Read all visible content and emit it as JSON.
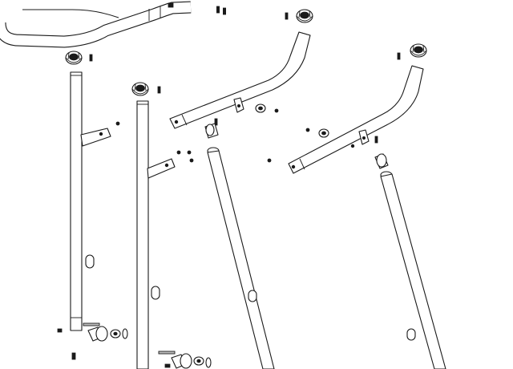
{
  "diagram": {
    "type": "exploded-assembly-drawing",
    "colors": {
      "line": "#1a1a1a",
      "background": "#ffffff",
      "shade": "#bdbdbd"
    },
    "parts": [
      "top-handlebar",
      "left-front-upright-tube",
      "left-rear-upright-tube",
      "center-curved-arm",
      "center-long-leg-tube",
      "right-curved-arm",
      "right-long-leg-tube",
      "knobs",
      "bolts",
      "washers",
      "bushings",
      "mounting-tabs"
    ]
  }
}
